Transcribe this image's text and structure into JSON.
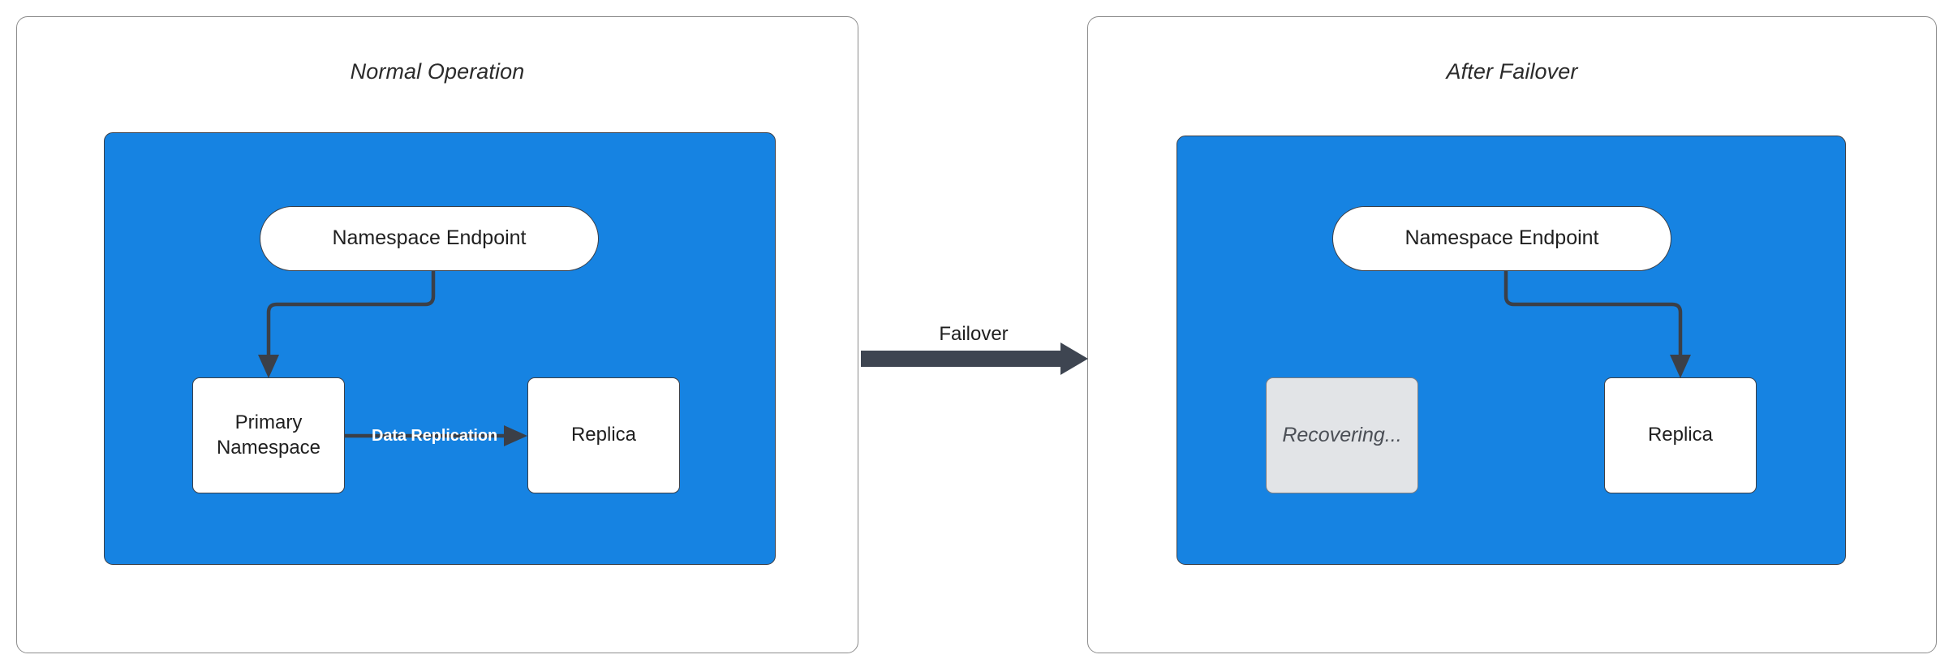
{
  "diagram": {
    "type": "failover-architecture-diagram",
    "colors": {
      "cluster_blue": "#1683e2",
      "stroke_dark": "#3b3f47",
      "node_white": "#ffffff",
      "recovering_gray": "#e2e4e7",
      "big_arrow": "#3e4551",
      "panel_border": "#8c8c8c"
    },
    "panels": [
      {
        "id": "normal-operation",
        "title": "Normal Operation",
        "nodes": [
          {
            "id": "endpoint-left",
            "label": "Namespace Endpoint",
            "shape": "pill",
            "state": "active"
          },
          {
            "id": "primary-namespace",
            "label": "Primary\nNamespace",
            "line1": "Primary",
            "line2": "Namespace",
            "shape": "rounded-rect",
            "state": "active"
          },
          {
            "id": "replica-left",
            "label": "Replica",
            "shape": "rounded-rect",
            "state": "active"
          }
        ],
        "edges": [
          {
            "from": "endpoint-left",
            "to": "primary-namespace",
            "label": "",
            "style": "elbow-arrow"
          },
          {
            "from": "primary-namespace",
            "to": "replica-left",
            "label": "Data Replication",
            "style": "straight-arrow"
          }
        ]
      },
      {
        "id": "after-failover",
        "title": "After Failover",
        "nodes": [
          {
            "id": "endpoint-right",
            "label": "Namespace Endpoint",
            "shape": "pill",
            "state": "active"
          },
          {
            "id": "recovering",
            "label": "Recovering...",
            "shape": "rounded-rect",
            "state": "recovering"
          },
          {
            "id": "replica-right",
            "label": "Replica",
            "shape": "rounded-rect",
            "state": "active"
          }
        ],
        "edges": [
          {
            "from": "endpoint-right",
            "to": "replica-right",
            "label": "",
            "style": "elbow-arrow"
          }
        ]
      }
    ],
    "transition": {
      "label": "Failover",
      "direction": "left-to-right"
    }
  }
}
